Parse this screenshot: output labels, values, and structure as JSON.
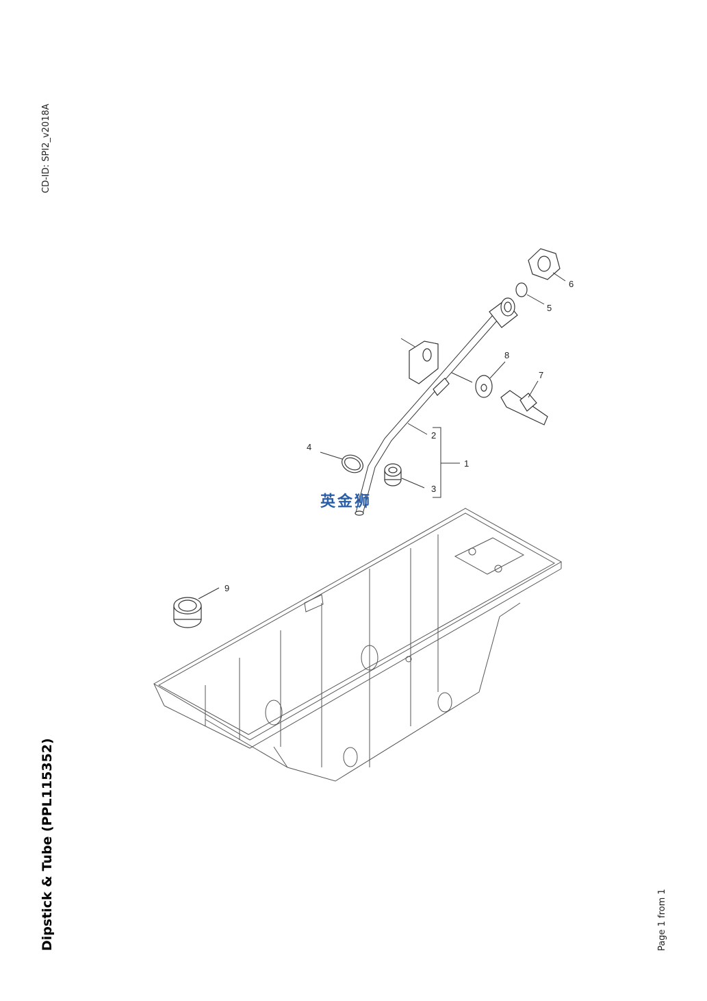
{
  "document": {
    "cd_id": "CD-ID: SPI2_v2018A",
    "title": "Dipstick & Tube (PPL115352)",
    "page": "Page 1 from 1"
  },
  "watermark": "英金狮",
  "callouts": [
    "1",
    "2",
    "3",
    "4",
    "5",
    "6",
    "7",
    "8",
    "9"
  ]
}
